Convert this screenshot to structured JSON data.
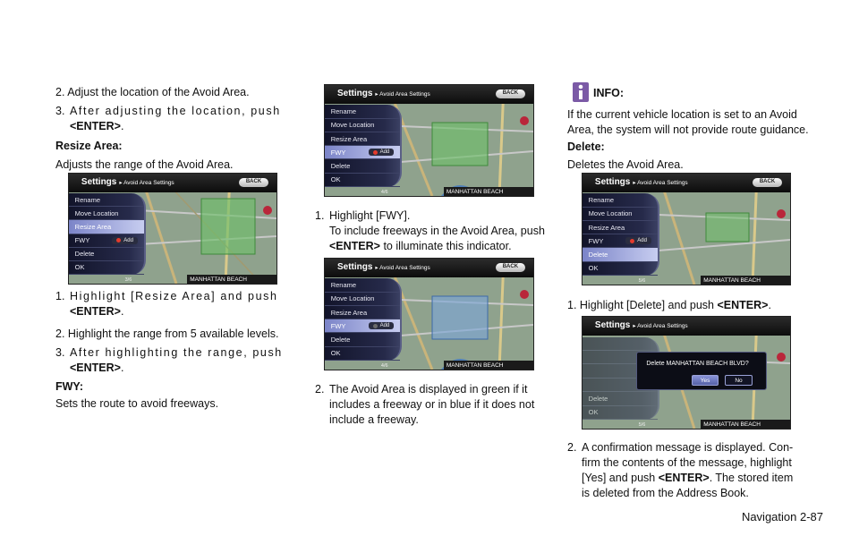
{
  "col1": {
    "step2": "2. Adjust the location of the Avoid Area.",
    "step3_num": "3.",
    "step3": "After adjusting the location, push",
    "step3_enter": "<ENTER>",
    "step3_end": ".",
    "resize_heading": "Resize Area:",
    "resize_desc": "Adjusts the range of the Avoid Area.",
    "r1_num": "1.",
    "r1": "Highlight [Resize Area] and push",
    "r1_enter": "<ENTER>",
    "r1_end": ".",
    "r2": "2. Highlight the range from 5 available levels.",
    "r3_num": "3.",
    "r3": "After highlighting the range, push",
    "r3_enter": "<ENTER>",
    "r3_end": ".",
    "fwy_heading": "FWY:",
    "fwy_desc": "Sets the route to avoid freeways."
  },
  "col2": {
    "f1_num": "1.",
    "f1": "Highlight [FWY].",
    "f1b": "To include freeways in the Avoid Area, push",
    "f1_enter": "<ENTER>",
    "f1c": " to illuminate this indicator.",
    "f2_num": "2.",
    "f2a": "The Avoid Area is displayed in green if it",
    "f2b": "includes a freeway or in blue if it does not",
    "f2c": "include a freeway."
  },
  "col3": {
    "info_heading": "INFO:",
    "info_a": "If the current vehicle location is set to an Avoid",
    "info_b": "Area, the system will not provide route guidance.",
    "delete_heading": "Delete:",
    "delete_desc": "Deletes the Avoid Area.",
    "d1": "1. Highlight [Delete] and push ",
    "d1_enter": "<ENTER>",
    "d1_end": ".",
    "d2_num": "2.",
    "d2a": "A confirmation message is displayed. Con-",
    "d2b": "firm the contents of the message, highlight",
    "d2c_pre": "[Yes] and push ",
    "d2c_enter": "<ENTER>",
    "d2c_post": ". The stored item",
    "d2d": "is deleted from the Address Book."
  },
  "screen": {
    "title": "Settings",
    "subtitle": "▸ Avoid Area Settings",
    "back": "BACK",
    "menu": [
      "Rename",
      "Move Location",
      "Resize Area",
      "FWY",
      "Delete",
      "OK"
    ],
    "add": "Add",
    "street": "MANHATTAN BEACH",
    "dialog_text": "Delete MANHATTAN BEACH BLVD?",
    "yes": "Yes",
    "no": "No",
    "shot1_page": "3/6",
    "shot2_page": "4/6",
    "shot3_page": "4/6",
    "shot4_page": "5/6",
    "shot5_page": "5/6",
    "shot1_hl": "Resize Area",
    "shot2_hl": "FWY",
    "shot4_hl": "Delete"
  },
  "colors": {
    "avoid_green": "#6fbf6a",
    "menu_highlight": "#9aa3e0",
    "add_dot": "#e43b2d",
    "map_bg": "#8fa28d"
  },
  "footer": {
    "text": "Navigation   2-87"
  }
}
